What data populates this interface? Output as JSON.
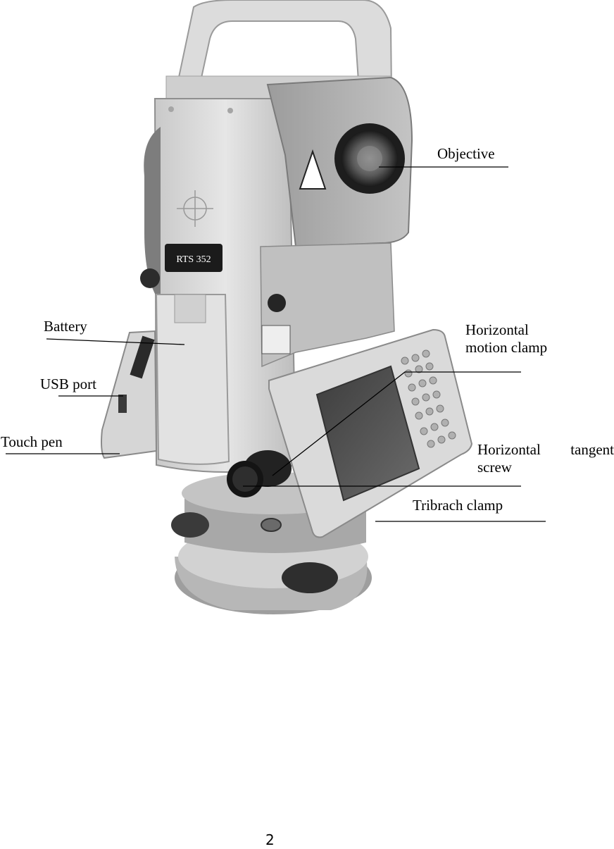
{
  "figure": {
    "model_label": "RTS 352",
    "callouts": {
      "objective": "Objective",
      "battery": "Battery",
      "horizontal_motion_clamp_line1": "Horizontal",
      "horizontal_motion_clamp_line2": "motion clamp",
      "usb_port": "USB port",
      "touch_pen": "Touch pen",
      "horizontal_tangent_screw_word1": "Horizontal",
      "horizontal_tangent_screw_word2": "tangent",
      "horizontal_tangent_screw_line2": "screw",
      "tribrach_clamp": "Tribrach clamp"
    }
  },
  "page_number": "2"
}
